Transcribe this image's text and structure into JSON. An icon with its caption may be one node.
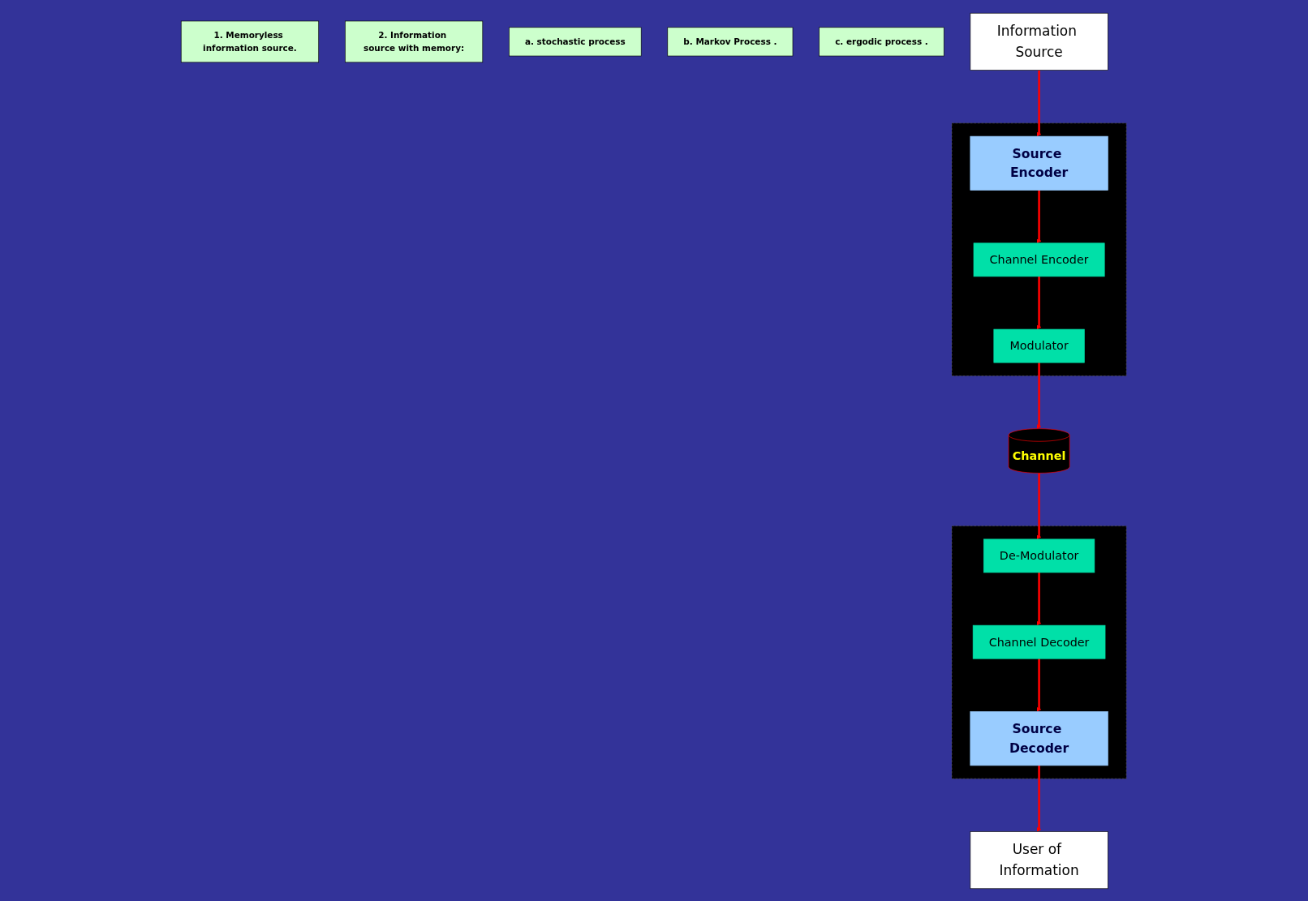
{
  "diagram": {
    "nodes": [
      {
        "text": [
          "1. Memoryless information source."
        ]
      },
      {
        "text": [
          "2. Information source with memory:"
        ]
      },
      {
        "text": [
          "a. stochastic process"
        ]
      },
      {
        "text": [
          "b. Markov Process ."
        ]
      },
      {
        "text": [
          "c. ergodic process ."
        ]
      },
      {
        "text": [
          "Information Source"
        ]
      },
      {
        "text": [
          "User of Information"
        ]
      },
      {
        "text": [],
        "shape": "box"
      },
      {
        "text": [
          "Source Encoder"
        ],
        "in": 7
      },
      {
        "text": [
          "Channel Encoder"
        ],
        "in": 7
      },
      {
        "text": [
          "Modulator"
        ],
        "in": 7
      },
      {
        "text": [
          "Channel"
        ]
      },
      {
        "text": [],
        "shape": "box"
      },
      {
        "text": [
          "Source Decoder"
        ],
        "in": 12
      },
      {
        "text": [
          "Channel Decoder"
        ],
        "in": 12
      },
      {
        "text": [
          "De-Modulator"
        ],
        "in": 12
      }
    ],
    "edges": [
      {
        "from": 5,
        "to": 8,
        "arrow": "to"
      },
      {
        "from": 8,
        "to": 9,
        "arrow": "to"
      },
      {
        "from": 9,
        "to": 10,
        "arrow": "to"
      },
      {
        "from": 10,
        "to": 11,
        "arrow": "to"
      },
      {
        "from": 11,
        "to": 15,
        "arrow": "to"
      },
      {
        "from": 15,
        "to": 14,
        "arrow": "to"
      },
      {
        "from": 14,
        "to": 13,
        "arrow": "to"
      },
      {
        "from": 13,
        "to": 6,
        "arrow": "to"
      }
    ]
  }
}
